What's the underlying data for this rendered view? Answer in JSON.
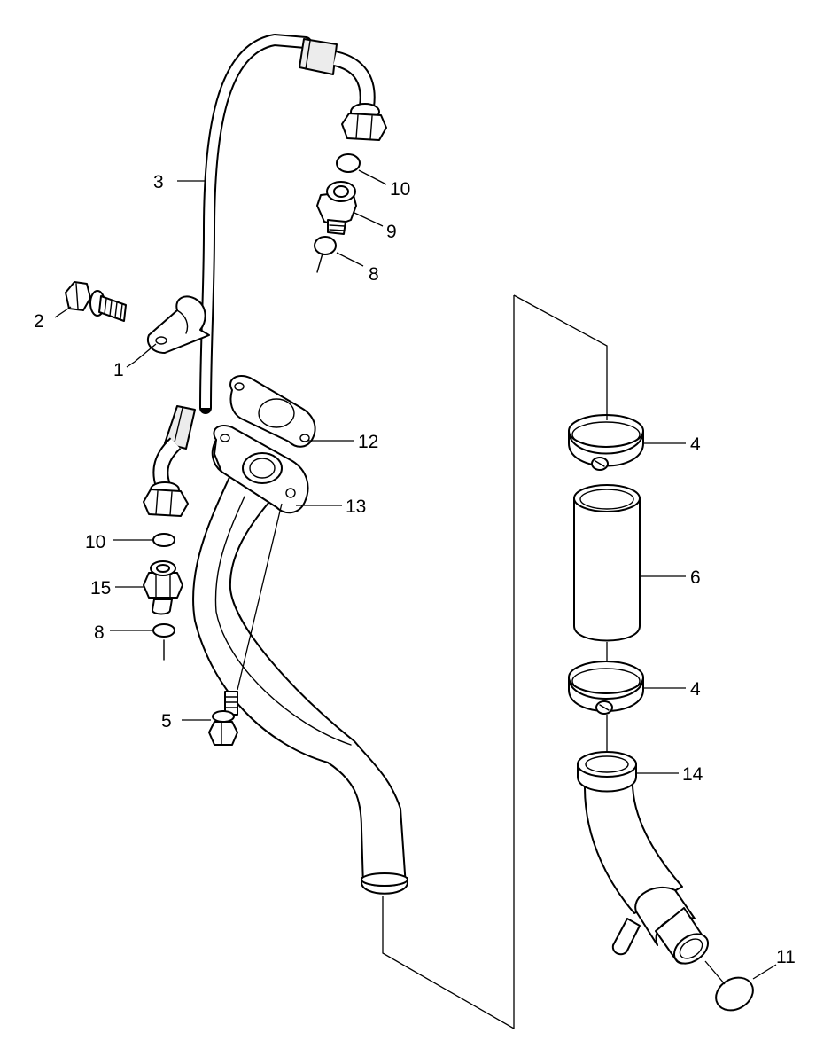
{
  "diagram": {
    "colors": {
      "line": "#000000",
      "background": "#ffffff",
      "shade": "#ececec"
    },
    "labels": {
      "p1": "1",
      "p2": "2",
      "p3": "3",
      "p4a": "4",
      "p4b": "4",
      "p5": "5",
      "p6": "6",
      "p8a": "8",
      "p8b": "8",
      "p9": "9",
      "p10a": "10",
      "p10b": "10",
      "p11": "11",
      "p12": "12",
      "p13": "13",
      "p14": "14",
      "p15": "15"
    }
  }
}
